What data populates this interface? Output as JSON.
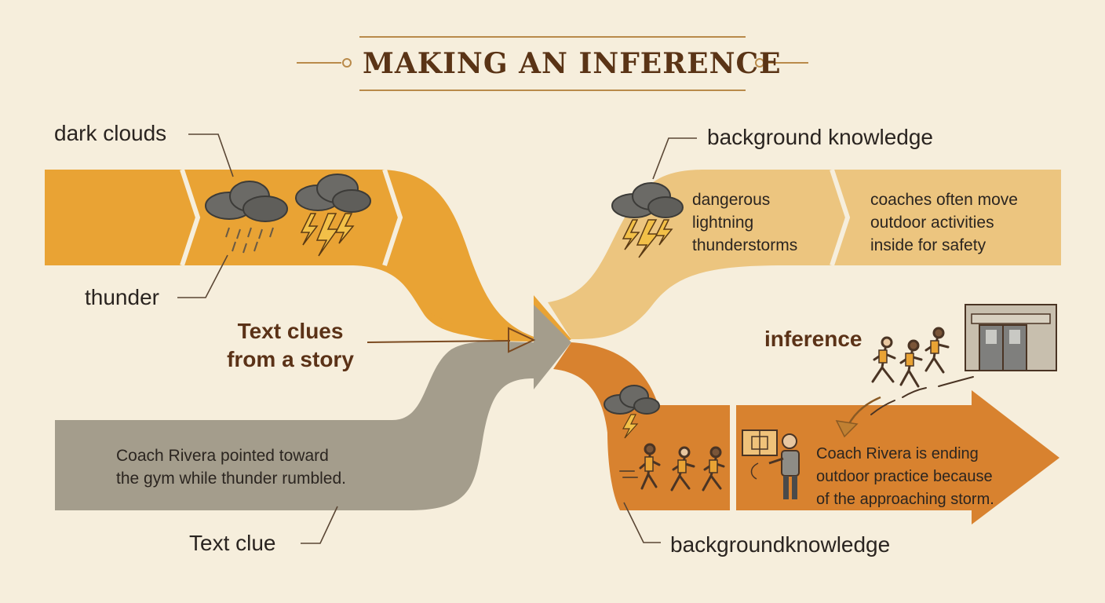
{
  "title": "MAKING AN INFERENCE",
  "labels": {
    "dark_clouds": "dark clouds",
    "thunder": "thunder",
    "text_clues": [
      "Text clues",
      "from a story"
    ],
    "text_clue": "Text clue",
    "background_knowledge_top": "background knowledge",
    "inference": "inference",
    "background_knowledge_bottom": "backgroundknowledge"
  },
  "story_sentence": [
    "Coach Rivera pointed toward",
    "the gym while thunder rumbled."
  ],
  "knowledge_top": {
    "facts": [
      "dangerous",
      "lightning",
      "thunderstorms"
    ],
    "reasoning": [
      "coaches often move",
      "outdoor activities",
      "inside for safety"
    ]
  },
  "inference_text": [
    "Coach Rivera is ending",
    "outdoor practice because",
    "of the approaching storm."
  ],
  "icons": [
    "storm-cloud-icon",
    "lightning-icon",
    "running-students-icon",
    "coach-icon",
    "gym-building-icon",
    "whiteboard-icon"
  ],
  "colors": {
    "background": "#f6eedc",
    "text_clue_band": "#e9a334",
    "story_band": "#a49d8c",
    "knowledge_band": "#ecc57f",
    "inference_band": "#d8822f",
    "title": "#5a3416"
  }
}
